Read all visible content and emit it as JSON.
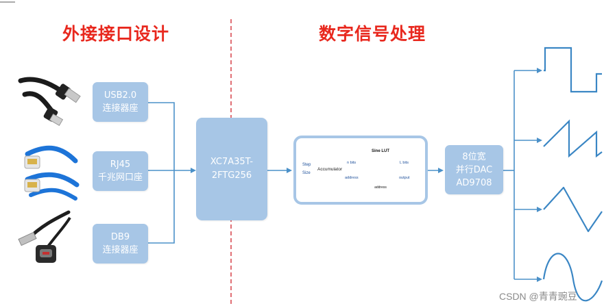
{
  "titles": {
    "left": "外接接口设计",
    "right": "数字信号处理"
  },
  "interfaces": [
    {
      "line1": "USB2.0",
      "line2": "连接器座"
    },
    {
      "line1": "RJ45",
      "line2": "千兆网口座"
    },
    {
      "line1": "DB9",
      "line2": "连接器座"
    }
  ],
  "fpga": {
    "line1": "XC7A35T-",
    "line2": "2FTG256"
  },
  "dac": {
    "line1": "8位宽",
    "line2": "并行DAC",
    "line3": "AD9708"
  },
  "dds": {
    "step_size_top": "Step",
    "step_size_bottom": "Size",
    "accumulator": "Accumulator",
    "n_bits": "n bits",
    "address_mid": "address",
    "lut_title": "Sine LUT",
    "lut_address": "address",
    "l_bits": "L bits",
    "output": "output"
  },
  "icons": [
    "usb-cable-photo",
    "rj45-cable-photo",
    "db9-serial-cable-photo"
  ],
  "waveforms": [
    "square-wave",
    "sawtooth-wave",
    "triangle-wave",
    "sine-wave"
  ],
  "watermark": "CSDN @青青豌豆",
  "colors": {
    "title": "#e8281e",
    "box": "#a7c6e6",
    "line": "#4a90c8",
    "divider": "#d0202a",
    "accumulator": "#f2a5a5",
    "lut": "#c8dcf0"
  }
}
